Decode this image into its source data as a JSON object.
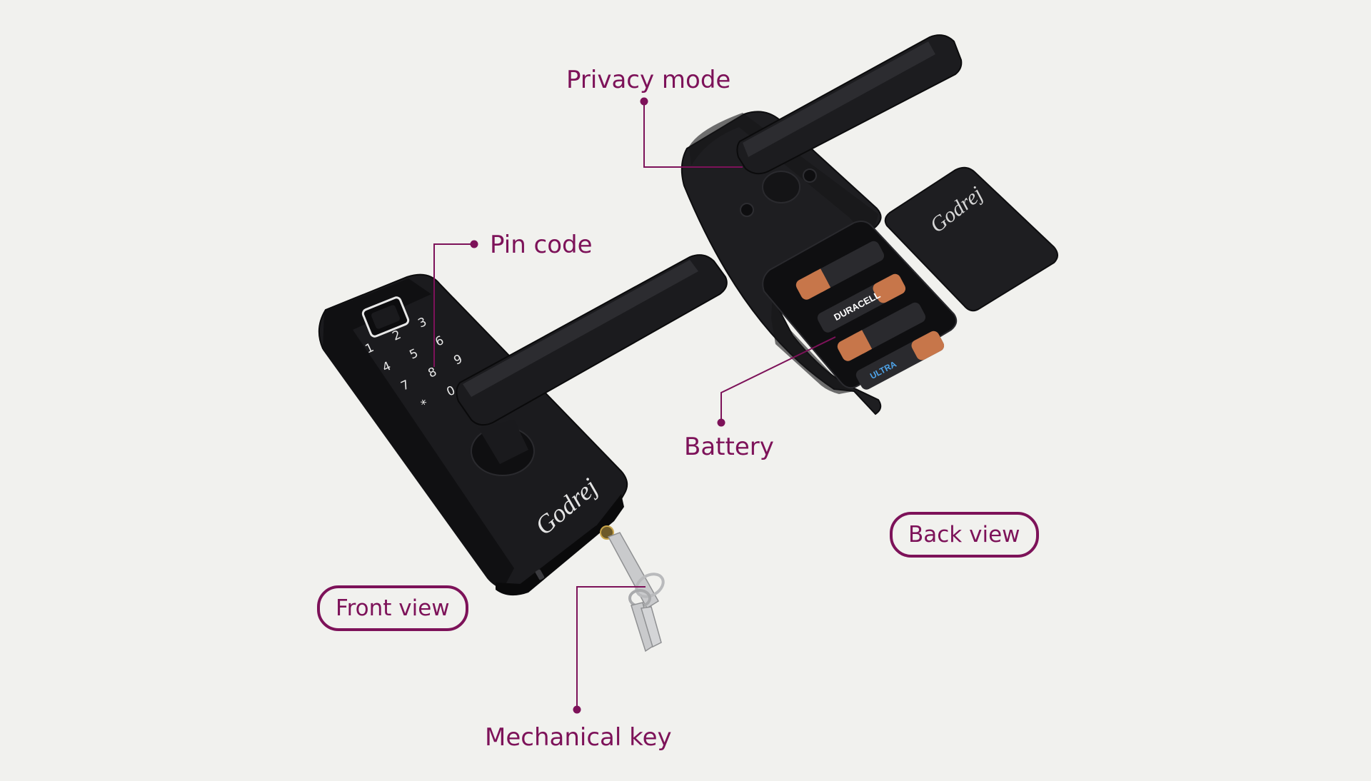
{
  "colors": {
    "background": "#f1f1ee",
    "accent": "#7d1259",
    "lock_body": "#1e1e21",
    "lock_edge": "#0d0d0f",
    "keypad_text": "#e8e8e8",
    "key_metal": "#c9cacc",
    "battery_copper": "#c7764a",
    "battery_black": "#2a2a2e"
  },
  "callouts": {
    "privacy_mode": "Privacy mode",
    "pin_code": "Pin code",
    "battery": "Battery",
    "mechanical_key": "Mechanical key"
  },
  "views": {
    "front": "Front view",
    "back": "Back view"
  },
  "keypad": {
    "keys": [
      "1",
      "2",
      "3",
      "4",
      "5",
      "6",
      "7",
      "8",
      "9",
      "*",
      "0"
    ]
  },
  "brand": {
    "logo_text": "Godrej"
  },
  "battery_label": {
    "brand": "DURACELL",
    "line": "ULTRA"
  },
  "icons": {
    "fingerprint": "fingerprint-sensor-icon",
    "callout_dot": "callout-dot-icon",
    "keyhole": "keyhole-icon"
  }
}
